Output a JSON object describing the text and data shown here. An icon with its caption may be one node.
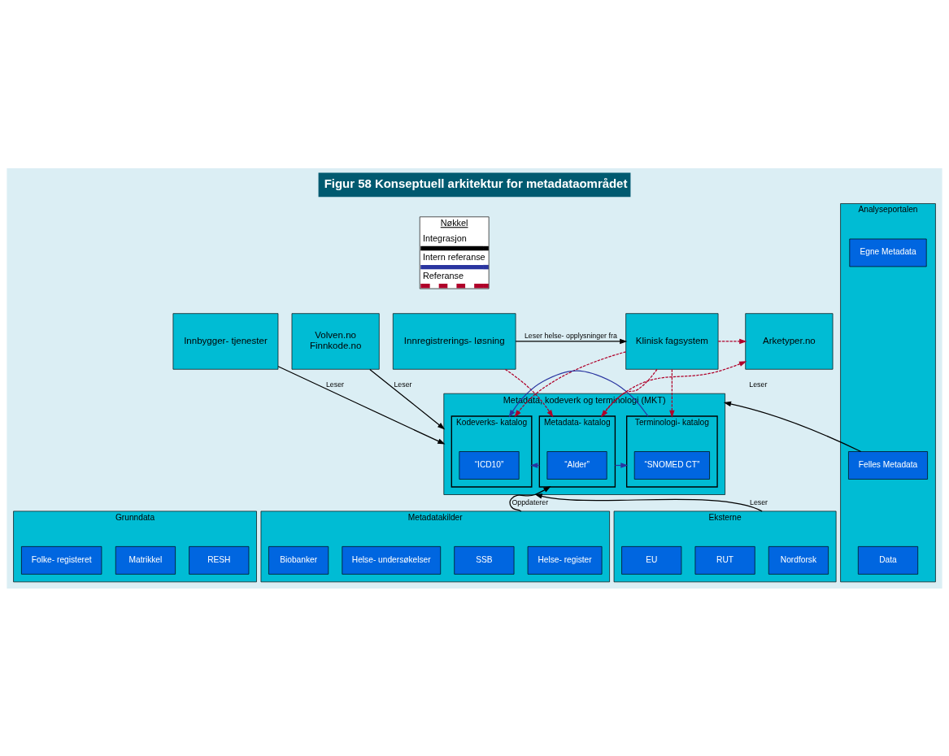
{
  "diagram": {
    "title": "Figur 58 Konseptuell arkitektur for metadataområdet",
    "nodes": [
      {
        "text": [
          "Innregistrerings- løsning"
        ]
      },
      {
        "text": [
          "Klinisk fagsystem"
        ]
      },
      {
        "text": [
          "Arketyper.no"
        ]
      },
      {
        "text": [
          "Innbygger- tjenester"
        ]
      },
      {
        "text": [
          "Volven.no",
          "Finnkode.no"
        ]
      },
      {
        "text": [
          "Metadata, kodeverk og terminologi (MKT)"
        ]
      },
      {
        "text": [
          "Kodeverks- katalog"
        ],
        "in": 5
      },
      {
        "text": [
          "“ICD10”"
        ],
        "in": 6
      },
      {
        "text": [
          "Terminologi- katalog"
        ],
        "in": 5
      },
      {
        "text": [
          "“SNOMED CT”"
        ],
        "in": 8
      },
      {
        "text": [
          "Metadata- katalog"
        ],
        "in": 5
      },
      {
        "text": [
          "“Alder”"
        ],
        "in": 10
      },
      {
        "text": [
          "Analyseportalen"
        ]
      },
      {
        "text": [
          "Felles Metadata"
        ],
        "in": 12
      },
      {
        "text": [
          "Egne Metadata"
        ],
        "in": 12
      },
      {
        "text": [
          "Data"
        ],
        "in": 12
      },
      {
        "text": [
          "Grunndata"
        ]
      },
      {
        "text": [
          "RESH"
        ],
        "in": 16
      },
      {
        "text": [
          "Matrikkel"
        ],
        "in": 16
      },
      {
        "text": [
          "Folke- registeret"
        ],
        "in": 16
      },
      {
        "text": [
          "Metadatakilder"
        ]
      },
      {
        "text": [
          "Helse- register"
        ],
        "in": 20
      },
      {
        "text": [
          "SSB"
        ],
        "in": 20
      },
      {
        "text": [
          "Helse- undersøkelser"
        ],
        "in": 20
      },
      {
        "text": [
          "Biobanker"
        ],
        "in": 20
      },
      {
        "text": [
          "Eksterne"
        ]
      },
      {
        "text": [
          "Nordforsk"
        ],
        "in": 25
      },
      {
        "text": [
          "RUT"
        ],
        "in": 25
      },
      {
        "text": [
          "EU"
        ],
        "in": 25
      }
    ],
    "edges": [
      {
        "from": 0,
        "to": 1,
        "arrow": "to",
        "label": "Leser helse- opplysninger fra"
      },
      {
        "from": 1,
        "to": 2,
        "arrow": "to",
        "style": "dashed",
        "color": "#b0002a"
      },
      {
        "from": 1,
        "to": 6,
        "arrow": "to",
        "style": "dashed",
        "color": "#b0002a"
      },
      {
        "from": 1,
        "to": 8,
        "arrow": "to",
        "style": "dashed",
        "color": "#b0002a"
      },
      {
        "from": 1,
        "to": 10,
        "arrow": "to",
        "style": "dashed",
        "color": "#b0002a"
      },
      {
        "from": 10,
        "to": 2,
        "arrow": "to",
        "style": "dashed",
        "color": "#b0002a"
      },
      {
        "from": 3,
        "to": 5,
        "arrow": "to",
        "label": "Leser"
      },
      {
        "from": 4,
        "to": 5,
        "arrow": "to",
        "label": "Leser"
      },
      {
        "from": 13,
        "to": 5,
        "arrow": "to",
        "label": "Leser"
      },
      {
        "from": 25,
        "to": 5,
        "arrow": "to",
        "label": "Leser"
      },
      {
        "from": 0,
        "to": 10,
        "arrow": "to",
        "style": "dashed",
        "color": "#b0002a"
      },
      {
        "from": 8,
        "to": 6,
        "arrow": "to",
        "color": "#2a35a0"
      },
      {
        "from": 10,
        "to": 8,
        "arrow": "to",
        "color": "#2a35a0"
      },
      {
        "from": 10,
        "to": 6,
        "arrow": "to",
        "color": "#2a35a0"
      },
      {
        "from": 20,
        "to": 10,
        "arrow": "to",
        "label": "Oppdaterer"
      }
    ],
    "labels": [
      "Nøkkel"
    ],
    "legend": [
      {
        "text": "Integrasjon"
      },
      {
        "text": "Intern referanse"
      },
      {
        "text": "Referanse"
      }
    ]
  }
}
